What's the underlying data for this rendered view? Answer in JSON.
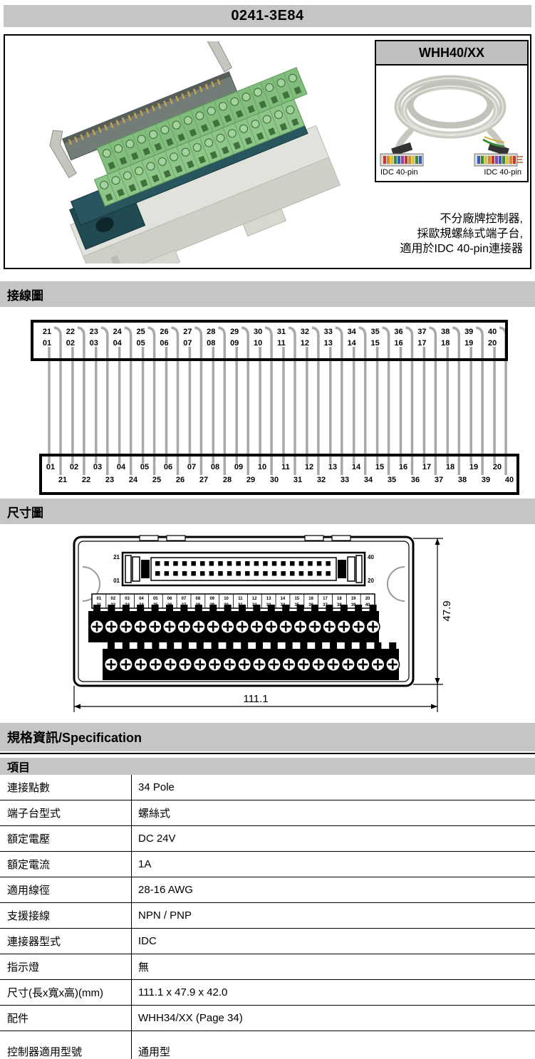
{
  "header": {
    "title": "0241-3E84"
  },
  "product": {
    "inset": {
      "title": "WHH40/XX",
      "left_label": "IDC 40-pin",
      "right_label": "IDC 40-pin"
    },
    "note_lines": [
      "不分廠牌控制器,",
      "採歐規螺絲式端子台,",
      "適用於IDC 40-pin連接器"
    ]
  },
  "sections": {
    "wiring": "接線圖",
    "dimensions": "尺寸圖",
    "spec": "規格資訊/Specification",
    "items": "項目"
  },
  "wiring": {
    "pins_01_20": [
      "01",
      "02",
      "03",
      "04",
      "05",
      "06",
      "07",
      "08",
      "09",
      "10",
      "11",
      "12",
      "13",
      "14",
      "15",
      "16",
      "17",
      "18",
      "19",
      "20"
    ],
    "pins_21_40": [
      "21",
      "22",
      "23",
      "24",
      "25",
      "26",
      "27",
      "28",
      "29",
      "30",
      "31",
      "32",
      "33",
      "34",
      "35",
      "36",
      "37",
      "38",
      "39",
      "40"
    ]
  },
  "dimension": {
    "width_label": "111.1",
    "height_label": "47.9",
    "connector_labels": {
      "top_left": "21",
      "bottom_left": "01",
      "top_right": "40",
      "bottom_right": "20"
    }
  },
  "colors": {
    "bar_gray": "#c5c5c5",
    "line_gray": "#a8a8a8",
    "terminal_green": "#8ec689",
    "pcb_teal": "#27565e",
    "housing_gray": "#e0e0da",
    "cable_gray": "#c7c7bf"
  },
  "spec": {
    "rows": [
      {
        "label": "連接點數",
        "value": "34 Pole"
      },
      {
        "label": "端子台型式",
        "value": "螺絲式"
      },
      {
        "label": "額定電壓",
        "value": "DC 24V"
      },
      {
        "label": "額定電流",
        "value": "1A"
      },
      {
        "label": "適用線徑",
        "value": "28-16 AWG"
      },
      {
        "label": "支援接線",
        "value": "NPN / PNP"
      },
      {
        "label": "連接器型式",
        "value": "IDC"
      },
      {
        "label": "指示燈",
        "value": "無"
      },
      {
        "label": "尺寸(長x寬x高)(mm)",
        "value": "111.1 x 47.9 x 42.0"
      },
      {
        "label": "配件",
        "value": "WHH34/XX (Page 34)"
      },
      {
        "label": "控制器適用型號",
        "value": "通用型"
      }
    ]
  }
}
